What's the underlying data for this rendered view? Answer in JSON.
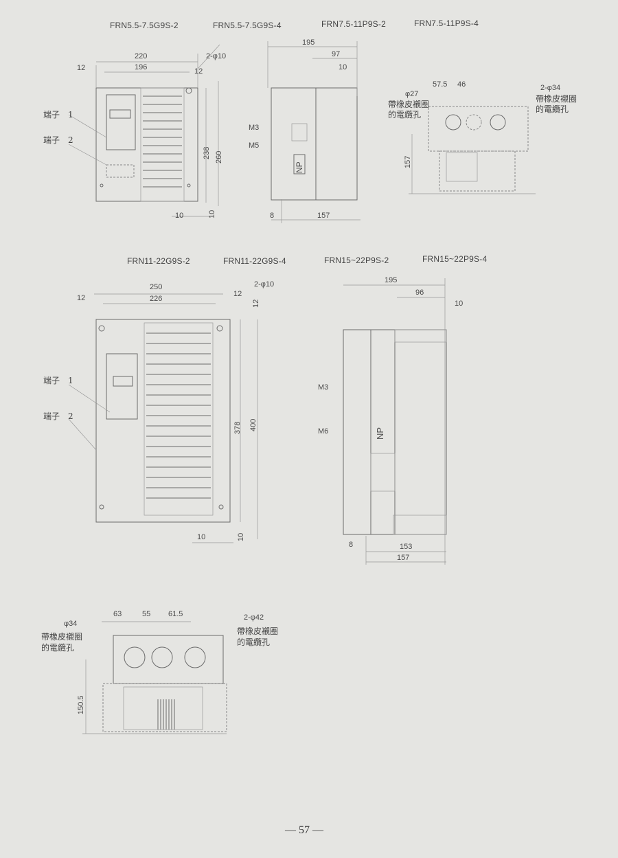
{
  "section1": {
    "models": [
      "FRN5.5-7.5G9S-2",
      "FRN5.5-7.5G9S-4",
      "FRN7.5-11P9S-2",
      "FRN7.5-11P9S-4"
    ],
    "front_dims": {
      "w_total": "220",
      "w_inner": "196",
      "margin_left": "12",
      "margin_right": "12",
      "holes": "2-φ10",
      "h_inner": "238",
      "h_total": "260",
      "bottom_a": "10",
      "bottom_b": "10"
    },
    "side_dims": {
      "depth": "195",
      "offset": "97",
      "top": "10",
      "bottom_left": "8",
      "bottom_depth": "157",
      "screw_a": "M3",
      "screw_b": "M5",
      "plate": "NP"
    },
    "bottom_view": {
      "hole_small": "φ27",
      "pitch_a": "57.5",
      "pitch_b": "46",
      "holes": "2-φ34",
      "height": "157",
      "cable_hole_line1": "帶橡皮襯圈",
      "cable_hole_line2": "的電纜孔",
      "cable_hole_left_line1": "帶橡皮襯圈",
      "cable_hole_left_line2": "的電纜孔"
    },
    "terminal1": "端子　1",
    "terminal2": "端子　2"
  },
  "section2": {
    "models": [
      "FRN11-22G9S-2",
      "FRN11-22G9S-4",
      "FRN15~22P9S-2",
      "FRN15~22P9S-4"
    ],
    "front_dims": {
      "w_total": "250",
      "w_inner": "226",
      "margin_left": "12",
      "margin_right": "12",
      "holes": "2-φ10",
      "top": "12",
      "h_inner": "378",
      "h_total": "400",
      "bottom_a": "10",
      "bottom_b": "10"
    },
    "side_dims": {
      "depth": "195",
      "offset": "96",
      "top": "10",
      "bottom_left": "8",
      "inner_depth": "153",
      "bottom_depth": "157",
      "screw_a": "M3",
      "screw_b": "M6",
      "plate": "NP"
    },
    "terminal1": "端子　1",
    "terminal2": "端子　2",
    "bottom_view": {
      "hole_small": "φ34",
      "pitch_a": "63",
      "pitch_b": "55",
      "pitch_c": "61.5",
      "holes": "2-φ42",
      "height": "150.5",
      "left_line1": "帶橡皮襯圈",
      "left_line2": "的電纜孔",
      "right_line1": "帶橡皮襯圈",
      "right_line2": "的電纜孔"
    }
  },
  "page_number": "— 57 —"
}
